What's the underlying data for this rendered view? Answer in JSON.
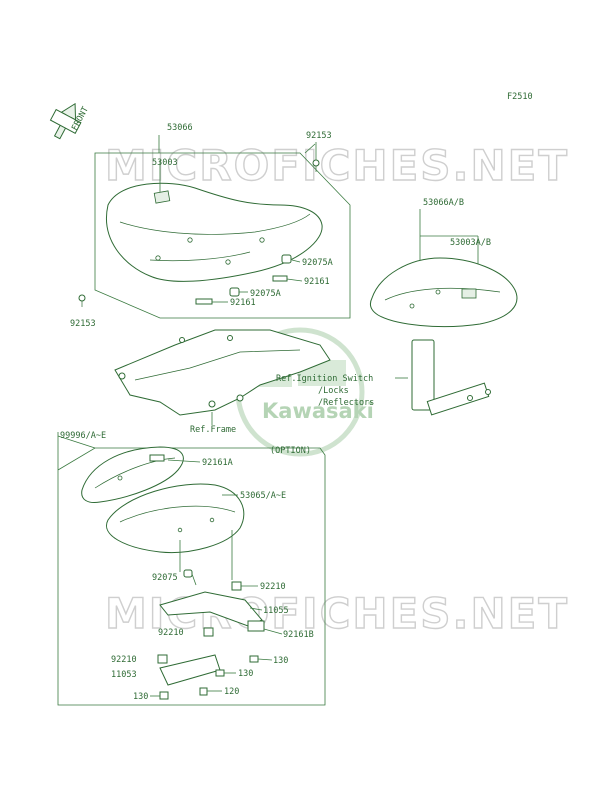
{
  "figure_code": "F2510",
  "front_arrow": "FRONT",
  "watermark": {
    "text": "MICROFICHES.NET",
    "logo_text": "Kawasaki"
  },
  "labels": {
    "p53066": "53066",
    "p53003": "53003",
    "p92153_top": "92153",
    "p92075A_1": "92075A",
    "p92161_1": "92161",
    "p92075A_2": "92075A",
    "p92161_2": "92161",
    "p92153_left": "92153",
    "p53066AB": "53066A/B",
    "p53003AB": "53003A/B",
    "ref_ignition_1": "Ref.Ignition Switch",
    "ref_ignition_2": "/Locks",
    "ref_ignition_3": "/Reflectors",
    "ref_frame": "Ref.Frame",
    "p99996": "99996/A~E",
    "option": "(OPTION)",
    "p92161A": "92161A",
    "p53065": "53065/A~E",
    "p92075": "92075",
    "p92210_1": "92210",
    "p11055": "11055",
    "p92210_2": "92210",
    "p92161B": "92161B",
    "p92210_3": "92210",
    "p130_1": "130",
    "p11053": "11053",
    "p130_2": "130",
    "p120": "120",
    "p130_3": "130"
  }
}
